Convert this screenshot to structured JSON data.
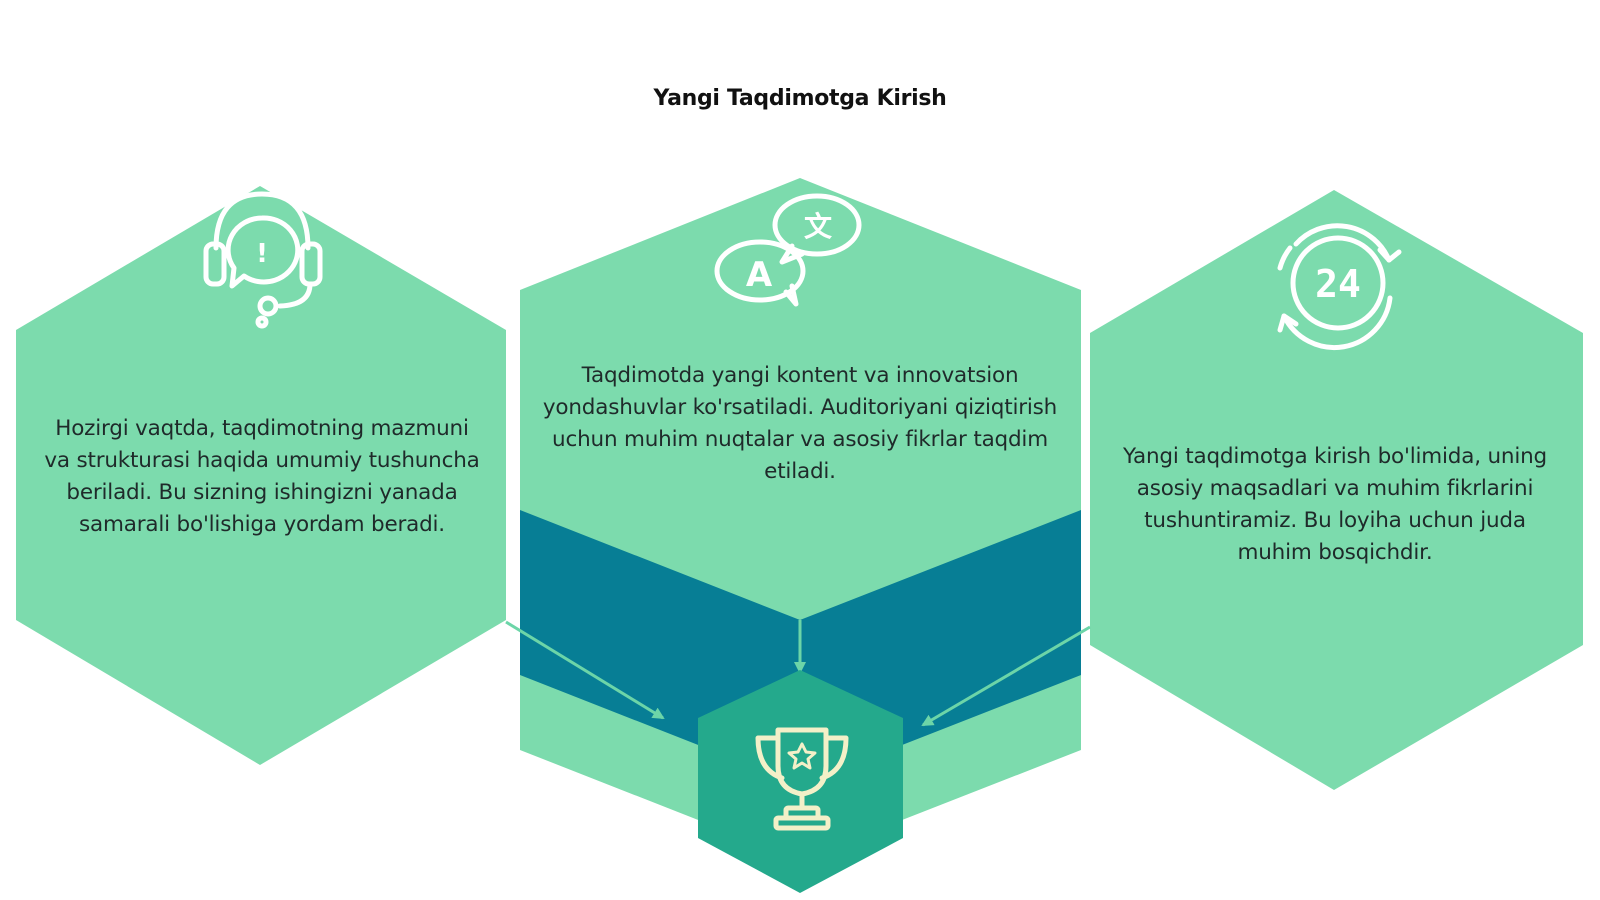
{
  "title": "Yangi Taqdimotga Kirish",
  "colors": {
    "hex_fill": "#7cdbad",
    "center_band": "#077e95",
    "goal_hex": "#24a98c",
    "arrow": "#6cd5a8",
    "icon_stroke": "#ffffff",
    "trophy_stroke": "#f3f0c8",
    "text": "#1f2a2a"
  },
  "blocks": [
    {
      "id": "left",
      "icon": "headset-support-icon",
      "text": "Hozirgi vaqtda, taqdimotning mazmuni va strukturasi haqida umumiy tushuncha beriladi. Bu sizning ishingizni yanada samarali bo'lishiga yordam beradi."
    },
    {
      "id": "center",
      "icon": "translate-speech-icon",
      "text": "Taqdimotda yangi kontent va innovatsion yondashuvlar ko'rsatiladi. Auditoriyani qiziqtirish uchun muhim nuqtalar va asosiy fikrlar taqdim etiladi."
    },
    {
      "id": "right",
      "icon": "clock-24-hours-icon",
      "text": "Yangi taqdimotga kirish bo'limida, uning asosiy maqsadlari va muhim fikrlarini tushuntiramiz. Bu loyiha uchun juda muhim bosqichdir."
    }
  ],
  "goal": {
    "icon": "trophy-icon"
  },
  "icon_glyphs": {
    "translate_a": "A",
    "translate_x": "文",
    "clock_24": "24",
    "headset_mark": "!"
  }
}
